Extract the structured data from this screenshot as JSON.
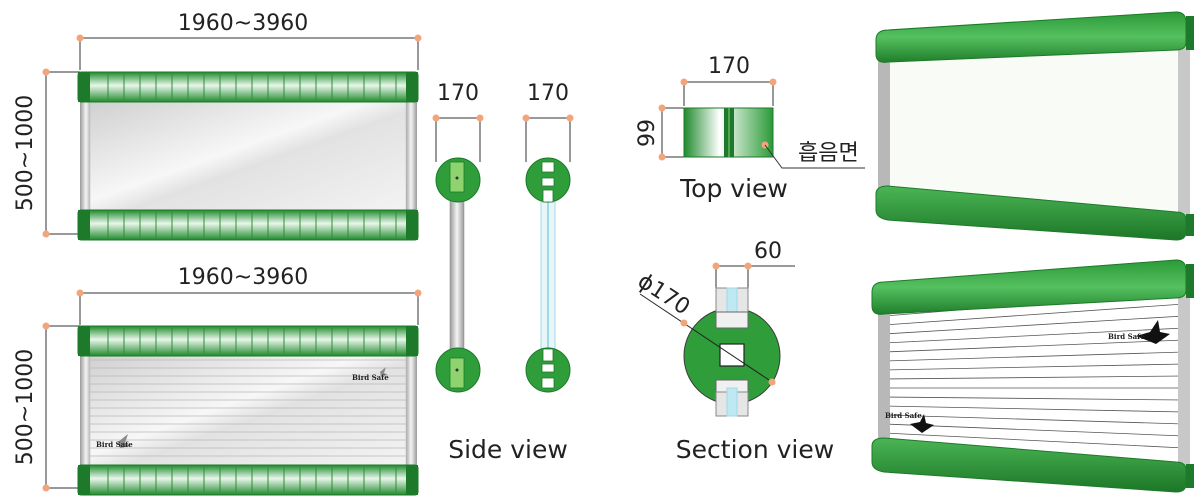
{
  "front_top": {
    "width_label": "1960~3960",
    "height_label": "500~1000"
  },
  "front_bottom": {
    "width_label": "1960~3960",
    "height_label": "500~1000",
    "brand_text": "Bird Safe"
  },
  "side": {
    "width_label_a": "170",
    "width_label_b": "170",
    "caption": "Side view"
  },
  "top": {
    "width_label": "170",
    "depth_label": "99",
    "surface_label": "흡음면",
    "caption": "Top view"
  },
  "section": {
    "offset_label": "60",
    "diameter_label": "ϕ170",
    "caption": "Section view"
  },
  "perspective": {
    "brand_text": "Bird Safe"
  },
  "colors": {
    "green": "#2f9e3a",
    "dark_green": "#1d7a2a",
    "dot": "#f2a57a",
    "glass_edge": "#9fd8e8"
  }
}
